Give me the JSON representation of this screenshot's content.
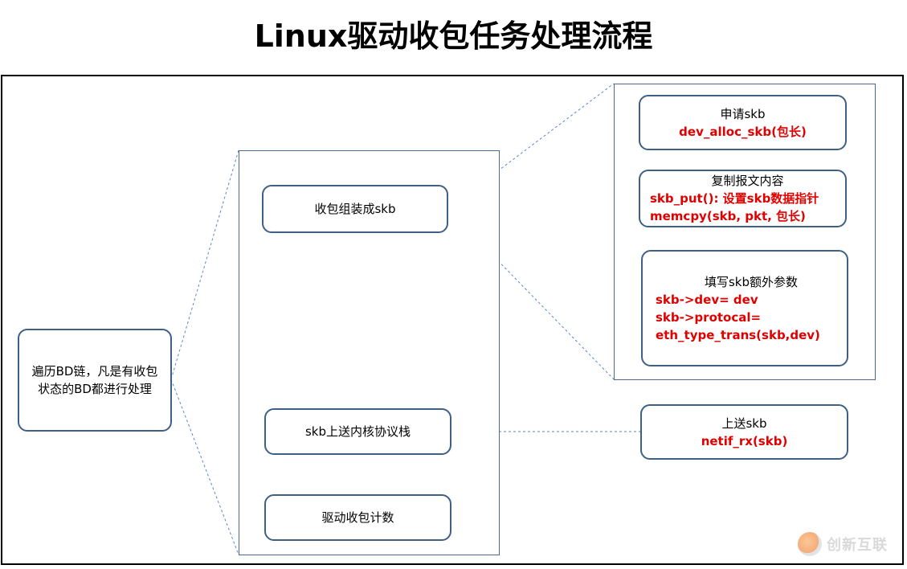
{
  "title": "Linux驱动收包任务处理流程",
  "left_box": {
    "text": "遍历BD链，凡是有收包状态的BD都进行处理"
  },
  "middle_panel": {
    "steps": [
      {
        "label": "收包组装成skb"
      },
      {
        "label": "skb上送内核协议栈"
      },
      {
        "label": "驱动收包计数"
      }
    ]
  },
  "right_panel": {
    "boxes": [
      {
        "title": "申请skb",
        "lines": [
          "dev_alloc_skb(包长)"
        ]
      },
      {
        "title": "复制报文内容",
        "lines": [
          "skb_put(): 设置skb数据指针",
          "memcpy(skb, pkt, 包长)"
        ]
      },
      {
        "title": "填写skb额外参数",
        "lines": [
          "skb->dev= dev",
          "skb->protocal=",
          "eth_type_trans(skb,dev)"
        ]
      }
    ]
  },
  "upload_box": {
    "title": "上送skb",
    "lines": [
      "netif_rx(skb)"
    ]
  },
  "watermark": {
    "text": "创新互联"
  },
  "colors": {
    "box_border": "#3e5f86",
    "code_text": "#e00000",
    "connector": "#5b86c4"
  }
}
